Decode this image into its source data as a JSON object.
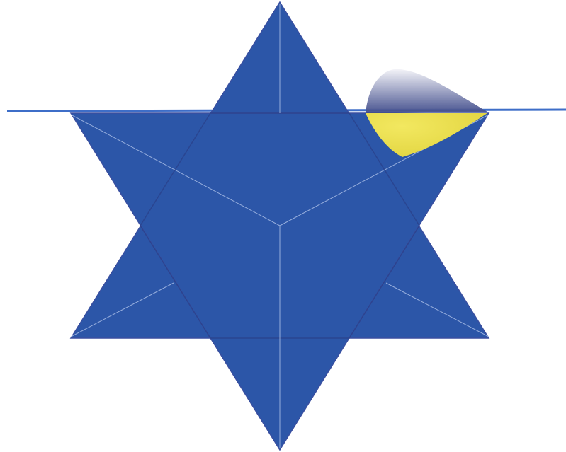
{
  "colors": {
    "background": "#ffffff",
    "star_fill": "#2c56a8",
    "star_edge": "#3a4fa0",
    "fold_lines": "#a9bde6",
    "horizontal_line": "#3e6ec8",
    "curl_front": "#e8dc4a",
    "curl_back_top": "#f3f3f8",
    "curl_back_bottom": "#3e4a8a"
  },
  "figure": {
    "description_name": "six-pointed-star-diagram",
    "points": 6,
    "has_horizontal_line": true,
    "has_curled_corner": true,
    "curled_corner_position": "upper-right"
  }
}
